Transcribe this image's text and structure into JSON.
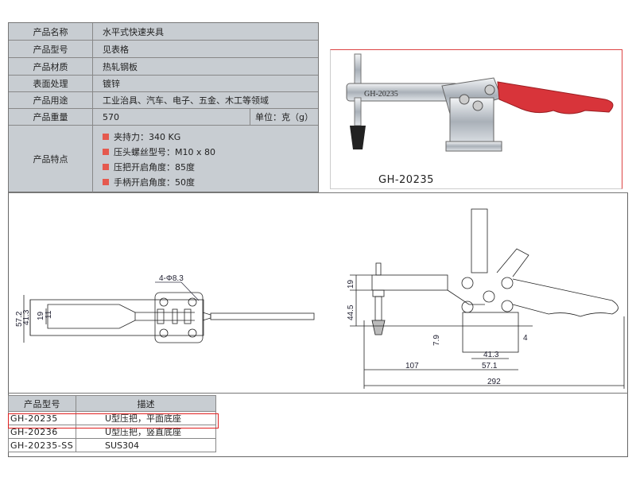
{
  "spec": {
    "rows": [
      {
        "label": "产品名称",
        "value": "水平式快速夹具"
      },
      {
        "label": "产品型号",
        "value": "见表格"
      },
      {
        "label": "产品材质",
        "value": "热轧钢板"
      },
      {
        "label": "表面处理",
        "value": "镀锌"
      },
      {
        "label": "产品用途",
        "value": "工业治具、汽车、电子、五金、木工等领域"
      },
      {
        "label": "产品重量",
        "value": "570",
        "unit": "单位：克（g）"
      }
    ],
    "features_label": "产品特点",
    "features": [
      "夹持力：340 KG",
      "压头螺丝型号：M10 x 80",
      "压把开启角度：85度",
      "手柄开启角度：50度"
    ]
  },
  "photo": {
    "caption": "GH-20235",
    "body_marking": "GH-20235"
  },
  "drawing": {
    "top_view": {
      "hole_label": "4-Φ8.3",
      "dims": [
        "57.2",
        "41.3",
        "19",
        "11"
      ]
    },
    "side_view": {
      "dims": [
        "19",
        "44.5",
        "7.9",
        "4",
        "41.3",
        "107",
        "57.1",
        "292"
      ]
    }
  },
  "models": {
    "headers": [
      "产品型号",
      "描述"
    ],
    "rows": [
      {
        "model": "GH-20235",
        "desc": "U型压把，平面底座"
      },
      {
        "model": "GH-20236",
        "desc": "U型压把，竖直底座"
      },
      {
        "model": "GH-20235-SS",
        "desc": "SUS304"
      }
    ]
  },
  "colors": {
    "bullet": "#e5594e",
    "highlight": "#e02020",
    "handle": "#d8343a",
    "table_bg": "#c8cdd2"
  }
}
